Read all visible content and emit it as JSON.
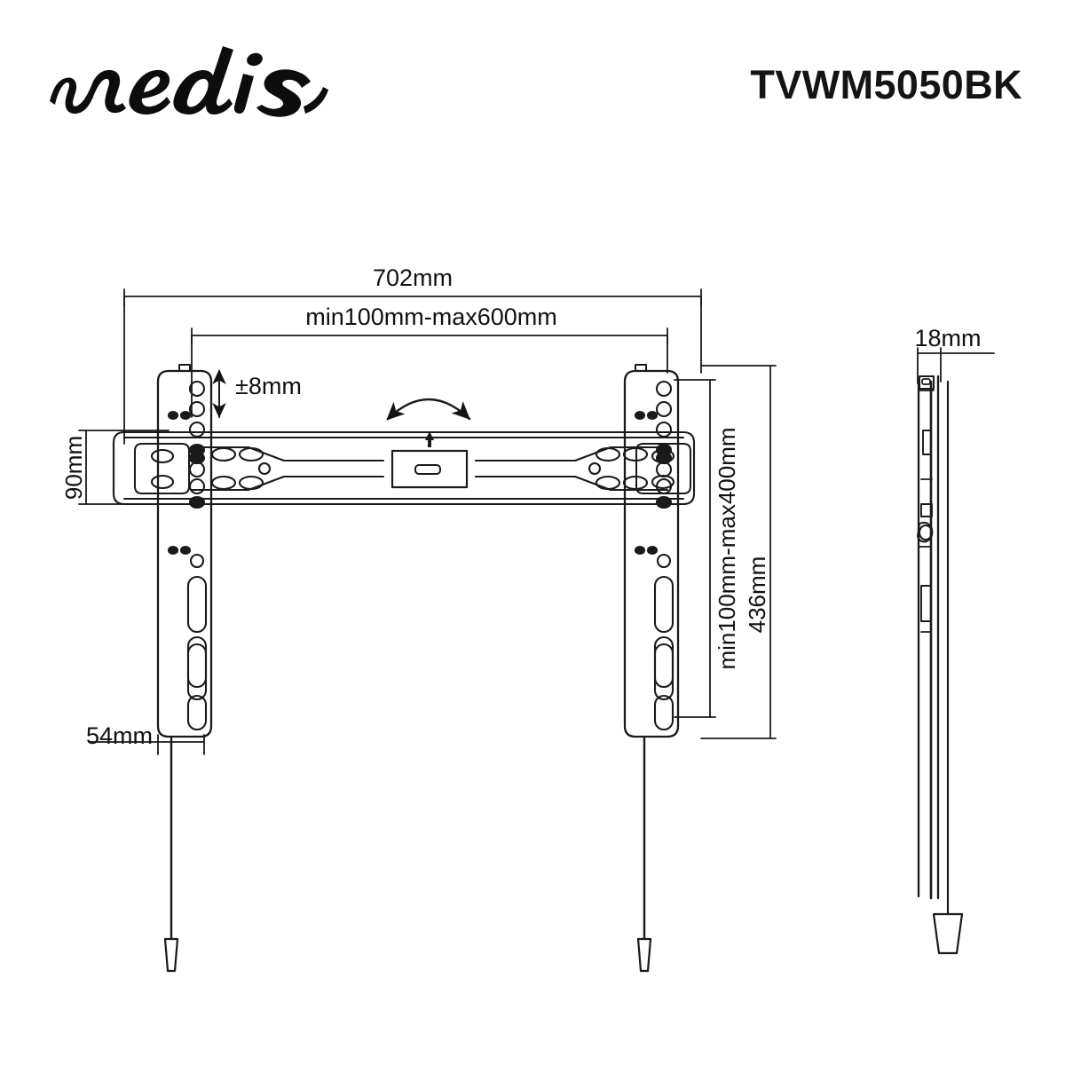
{
  "header": {
    "brand": "nedis",
    "brand_icon": "nedis-script-logo",
    "model_code": "TVWM5050BK"
  },
  "drawing": {
    "title": "tv-wall-mount-technical-drawing",
    "views": {
      "front": "front-view",
      "side": "side-view"
    },
    "dimensions": {
      "overall_width": "702mm",
      "vesa_horizontal": "min100mm-max600mm",
      "vertical_adjust": "±8mm",
      "plate_height": "90mm",
      "vesa_vertical": "min100mm-max400mm",
      "overall_height": "436mm",
      "bracket_width": "54mm",
      "depth": "18mm"
    },
    "colors": {
      "line": "#1a1a1a",
      "fill": "#ffffff",
      "text": "#111111",
      "background": "#ffffff"
    }
  }
}
